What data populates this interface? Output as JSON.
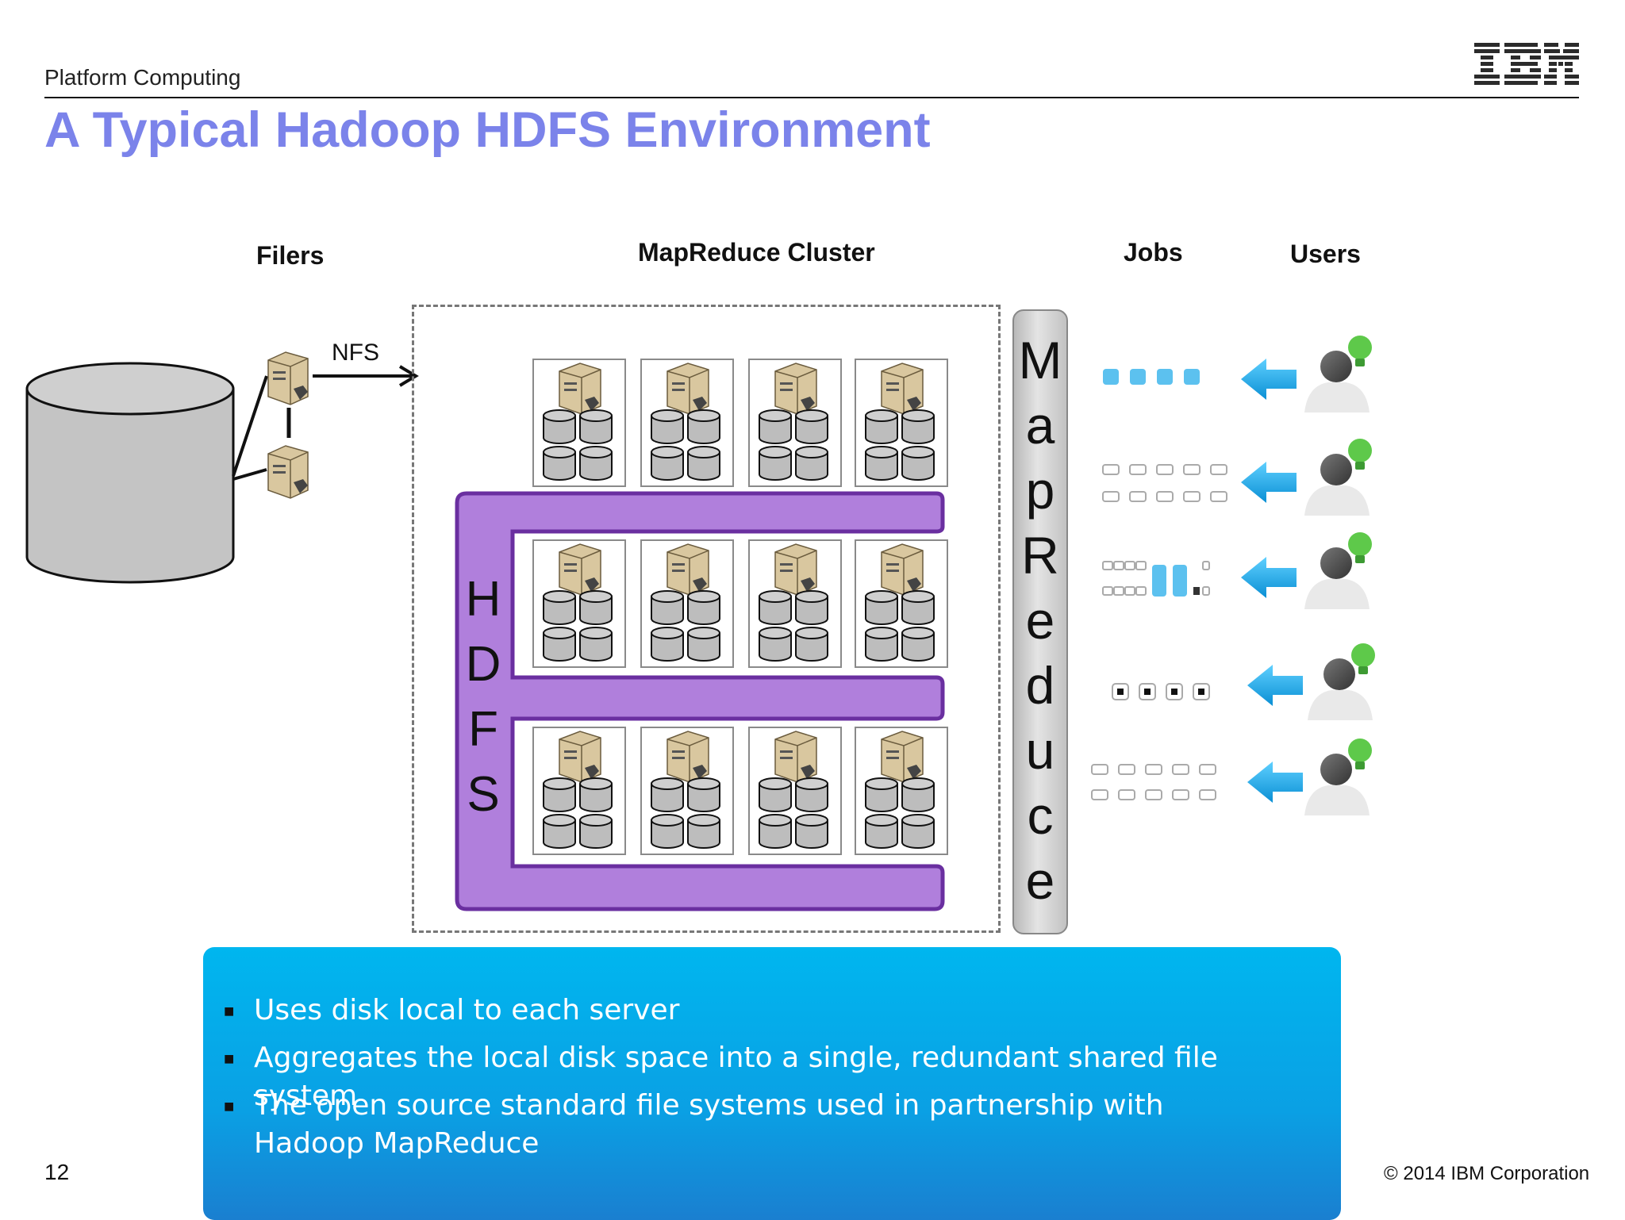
{
  "header": {
    "section": "Platform Computing",
    "logo": "IBM"
  },
  "slide": {
    "title": "A Typical Hadoop HDFS Environment"
  },
  "diagram": {
    "labels": {
      "filers": "Filers",
      "cluster": "MapReduce Cluster",
      "jobs": "Jobs",
      "users": "Users",
      "nfs": "NFS"
    },
    "hdfs_letters": [
      "H",
      "D",
      "F",
      "S"
    ],
    "mapreduce_letters": [
      "M",
      "a",
      "p",
      "R",
      "e",
      "d",
      "u",
      "c",
      "e"
    ],
    "colors": {
      "hdfs": "#b07fdc",
      "hdfs_border": "#6a2fa0",
      "arrow": "#19a7e8",
      "bulb": "#5ec94a"
    }
  },
  "bullets": [
    "Uses disk local to each server",
    "Aggregates the local disk space into a single, redundant shared file system",
    "The open source standard file systems used in partnership with Hadoop MapReduce"
  ],
  "footer": {
    "page": "12",
    "copyright": "© 2014 IBM Corporation"
  }
}
